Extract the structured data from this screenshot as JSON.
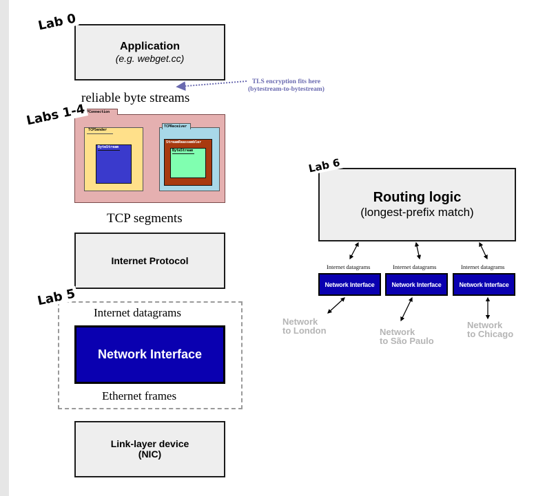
{
  "left_stack": {
    "lab0": "Lab 0",
    "application": {
      "title": "Application",
      "subtitle": "(e.g. webget.cc)"
    },
    "tls_note": {
      "line1": "TLS encryption fits here",
      "line2": "(bytestream-to-bytestream)"
    },
    "reliable_byte_streams": "reliable byte streams",
    "labs_1_4": "Labs 1-4",
    "tcp_folder": {
      "tab": "TCPConnection",
      "sender": {
        "label": "TCPSender",
        "inner": "ByteStream"
      },
      "receiver": {
        "label": "TCPReceiver",
        "reassembler": "StreamReassembler",
        "inner": "ByteStream"
      }
    },
    "tcp_segments": "TCP segments",
    "internet_protocol": "Internet Protocol",
    "lab5": "Lab 5",
    "internet_datagrams": "Internet datagrams",
    "network_interface": "Network Interface",
    "ethernet_frames": "Ethernet frames",
    "link_layer": {
      "line1": "Link-layer device",
      "line2": "(NIC)"
    }
  },
  "right_router": {
    "lab6": "Lab 6",
    "routing_logic": {
      "title": "Routing logic",
      "subtitle": "(longest-prefix match)"
    },
    "interfaces": [
      {
        "datagrams_label": "Internet datagrams",
        "label": "Network Interface",
        "destination": {
          "line1": "Network",
          "line2": "to London"
        }
      },
      {
        "datagrams_label": "Internet datagrams",
        "label": "Network Interface",
        "destination": {
          "line1": "Network",
          "line2": "to São Paulo"
        }
      },
      {
        "datagrams_label": "Internet datagrams",
        "label": "Network Interface",
        "destination": {
          "line1": "Network",
          "line2": "to Chicago"
        }
      }
    ]
  },
  "colors": {
    "box_fill": "#eeeeee",
    "network_interface_blue": "#0a00b0",
    "tcp_connection_pink": "#e5b0b0",
    "tcp_sender_yellow": "#ffe08a",
    "tcp_receiver_blue": "#a8d8e8",
    "bytestream_blue": "#3a3acc",
    "reassembler_brown": "#a83a10",
    "bytestream_green": "#80ffb0",
    "tls_note_purple": "#6a6ab0",
    "destination_gray": "#b5b5b5"
  }
}
